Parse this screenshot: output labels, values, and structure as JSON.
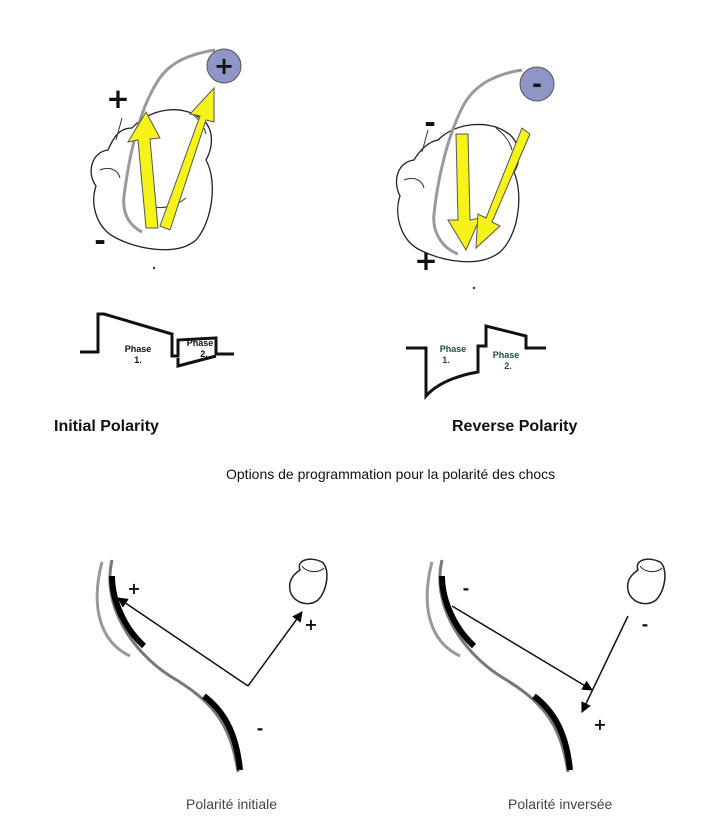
{
  "top": {
    "left": {
      "caption": "Initial Polarity",
      "device_sign": "+",
      "lead_top_sign": "+",
      "lead_bottom_sign": "-",
      "phase1_label": [
        "Phase",
        "1."
      ],
      "phase2_label": [
        "Phase",
        "2."
      ]
    },
    "right": {
      "caption": "Reverse Polarity",
      "device_sign": "-",
      "lead_top_sign": "-",
      "lead_bottom_sign": "+",
      "phase1_label": [
        "Phase",
        "1."
      ],
      "phase2_label": [
        "Phase",
        "2."
      ]
    }
  },
  "subtitle": "Options de programmation pour la polarité des chocs",
  "bottom": {
    "left": {
      "caption": "Polarité initiale",
      "coil_top_sign": "+",
      "device_sign": "+",
      "coil_bottom_sign": "-"
    },
    "right": {
      "caption": "Polarité inversée",
      "coil_top_sign": "-",
      "device_sign": "-",
      "coil_bottom_sign": "+"
    }
  },
  "colors": {
    "arrow_fill": "#f6f31a",
    "device_fill": "#8f95c6",
    "lead_gray": "#9a9a9a",
    "coil_black": "#000000",
    "phase_text_alt": "#1f4d46"
  }
}
